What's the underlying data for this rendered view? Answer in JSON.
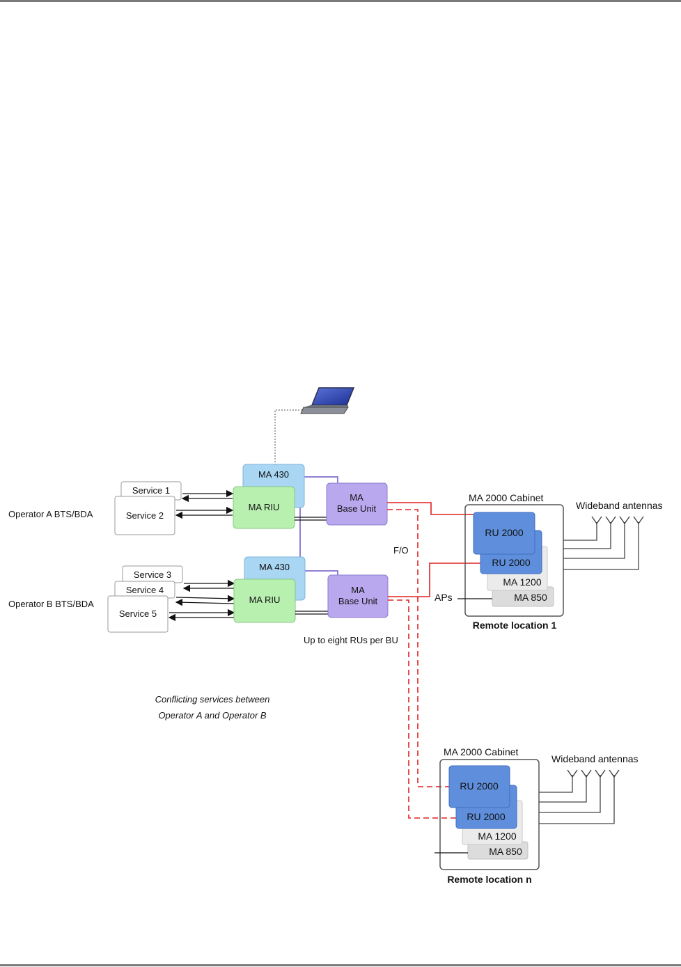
{
  "operators": {
    "a": "Operator A BTS/BDA",
    "b": "Operator B BTS/BDA"
  },
  "services": {
    "s1": "Service 1",
    "s2": "Service 2",
    "s3": "Service 3",
    "s4": "Service 4",
    "s5": "Service 5"
  },
  "units": {
    "ma430": "MA 430",
    "ma_riu": "MA RIU",
    "ma_bu_line1": "MA",
    "ma_bu_line2": "Base Unit"
  },
  "cabinet": {
    "title": "MA 2000 Cabinet",
    "ru2000": "RU 2000",
    "ma1200": "MA 1200",
    "ma850": "MA 850",
    "location1": "Remote location 1",
    "location_n": "Remote location n"
  },
  "labels": {
    "wideband": "Wideband antennas",
    "fo": "F/O",
    "aps": "APs",
    "up_to_eight": "Up to eight RUs per BU",
    "conflicting_line1": "Conflicting services between",
    "conflicting_line2": "Operator A   and Operator B"
  },
  "colors": {
    "ma430": "#a9d6f3",
    "riu": "#b8f0b0",
    "bu": "#b9a8ee",
    "ru": "#5f8fdc",
    "fiber": "#e02020",
    "purple_link": "#6b55c9"
  },
  "icons": {
    "laptop": "laptop-icon",
    "antenna": "antenna-icon"
  }
}
